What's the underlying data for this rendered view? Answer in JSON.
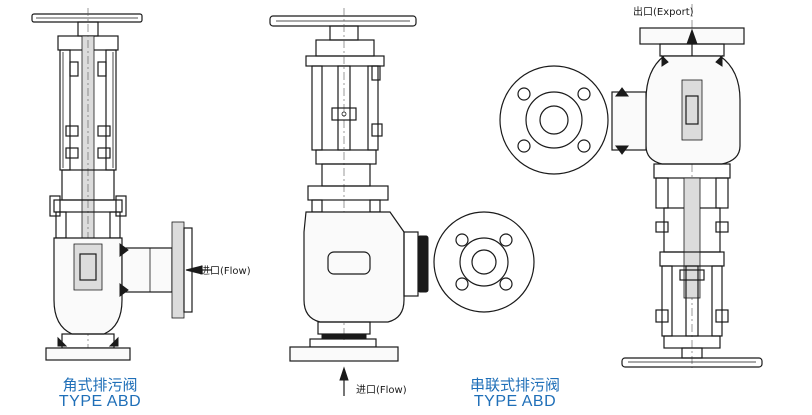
{
  "labels": {
    "angle_inlet": "进口(Flow)",
    "straight_inlet": "进口(Flow)",
    "outlet": "出口(Export)"
  },
  "captions": {
    "angle_type_cn": "角式排污阀",
    "angle_type_en": "TYPE ABD",
    "series_type_cn": "串联式排污阀",
    "series_type_en": "TYPE ABD"
  },
  "colors": {
    "caption": "#1f6fb8",
    "line": "#1a1a1a"
  }
}
